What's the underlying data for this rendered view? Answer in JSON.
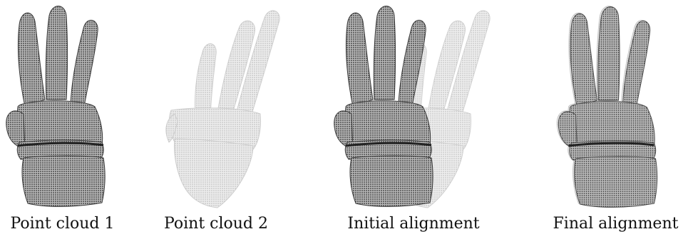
{
  "panels": [
    {
      "caption": "Point cloud 1",
      "fill": "#6a6a6a",
      "opacity": 0.95
    },
    {
      "caption": "Point cloud 2",
      "fill": "#c8c8c8",
      "opacity": 0.8
    },
    {
      "caption": "Initial alignment",
      "fill": "#6a6a6a",
      "opacity": 0.95
    },
    {
      "caption": "Final alignment",
      "fill": "#6a6a6a",
      "opacity": 0.95
    }
  ],
  "colors": {
    "cloud_dark": "#4a4a4a",
    "cloud_light": "#c4c4c4",
    "caption_text": "#111111"
  }
}
